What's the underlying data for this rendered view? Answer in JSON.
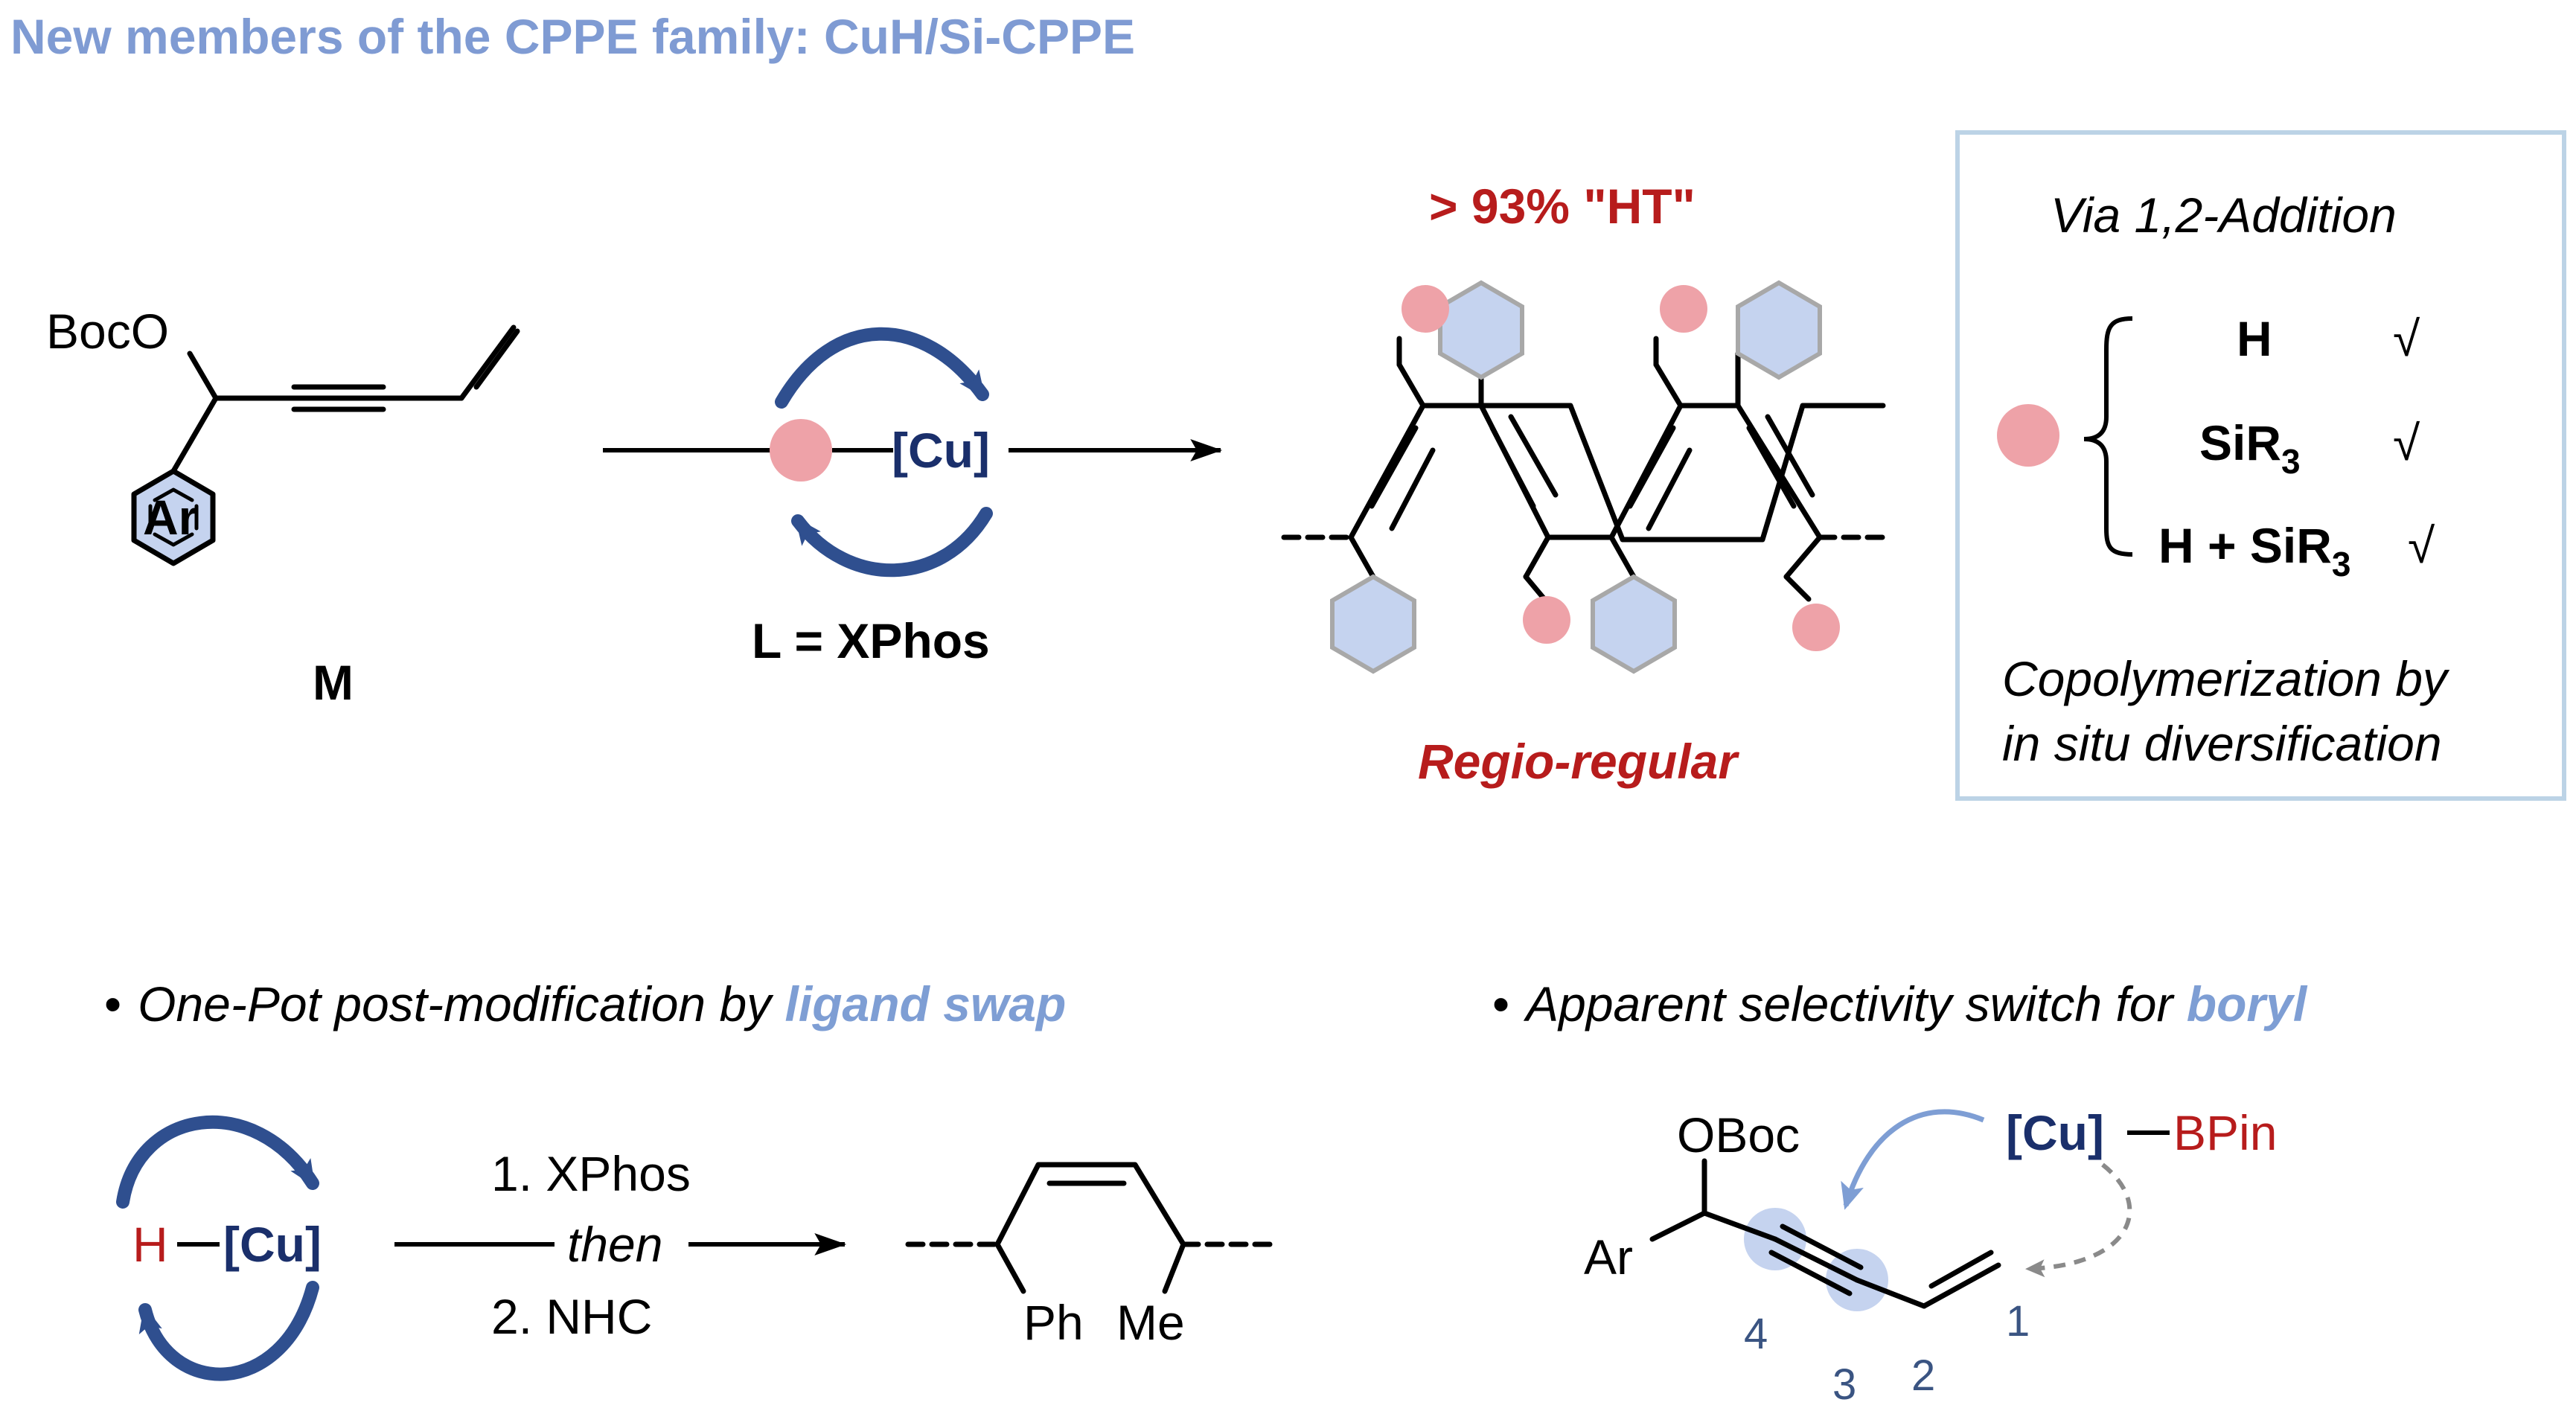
{
  "header": {
    "title": "New members of the CPPE family: CuH/Si-CPPE"
  },
  "monomer": {
    "boc_o": "BocO",
    "ar": "Ar",
    "label": "M"
  },
  "catalyst": {
    "cu": "[Cu]",
    "ligand": "L = XPhos"
  },
  "polymer": {
    "ht": "> 93% \"HT\"",
    "regio": "Regio-regular"
  },
  "addition_box": {
    "title": "Via 1,2-Addition",
    "options": [
      {
        "label": "H",
        "check": "√"
      },
      {
        "label": "SiR",
        "sub": "3",
        "check": "√"
      },
      {
        "label": "H + SiR",
        "sub": "3",
        "check": "√"
      }
    ],
    "footer_line1": "Copolymerization by",
    "footer_line2": "in situ diversification"
  },
  "left_bullet": {
    "bullet": "•",
    "text": "One-Pot post-modification by ",
    "highlight": "ligand swap"
  },
  "right_bullet": {
    "bullet": "•",
    "text": "Apparent selectivity switch for ",
    "highlight": "boryl"
  },
  "swap_scheme": {
    "h": "H",
    "cu": "[Cu]",
    "step1": "1. XPhos",
    "then": "then",
    "step2": "2. NHC",
    "product_ph": "Ph",
    "product_me": "Me"
  },
  "boryl_scheme": {
    "oboc": "OBoc",
    "ar": "Ar",
    "cu": "[Cu]",
    "bpin": "BPin",
    "positions": [
      "1",
      "2",
      "3",
      "4"
    ]
  },
  "colors": {
    "title_blue": "#7f9bd3",
    "dark_red": "#b71c1c",
    "navy": "#1f3f7a",
    "cu_text": "#1a2f6b",
    "pink": "#eea2a8",
    "hex_fill": "#c5d3ef",
    "hex_stroke": "#a8a8a8",
    "box_border": "#bcd3e6",
    "numbers": "#3a5482",
    "light_arrow": "#7e9ed4",
    "dashed_arrow": "#8a8a8a"
  }
}
